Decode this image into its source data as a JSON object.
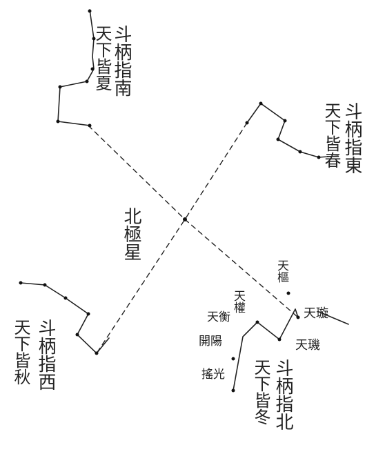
{
  "diagram": {
    "center_label": "北極星",
    "seasons": [
      {
        "id": "summer",
        "label": "天下皆夏",
        "direction_label": "斗柄指南"
      },
      {
        "id": "spring",
        "label": "天下皆春",
        "direction_label": "斗柄指東"
      },
      {
        "id": "autumn",
        "label": "天下皆秋",
        "direction_label": "斗柄指西"
      },
      {
        "id": "winter",
        "label": "天下皆冬",
        "direction_label": "斗柄指北"
      }
    ],
    "star_names": [
      "天樞",
      "天璇",
      "天璣",
      "天權",
      "天衡",
      "開陽",
      "搖光"
    ]
  }
}
